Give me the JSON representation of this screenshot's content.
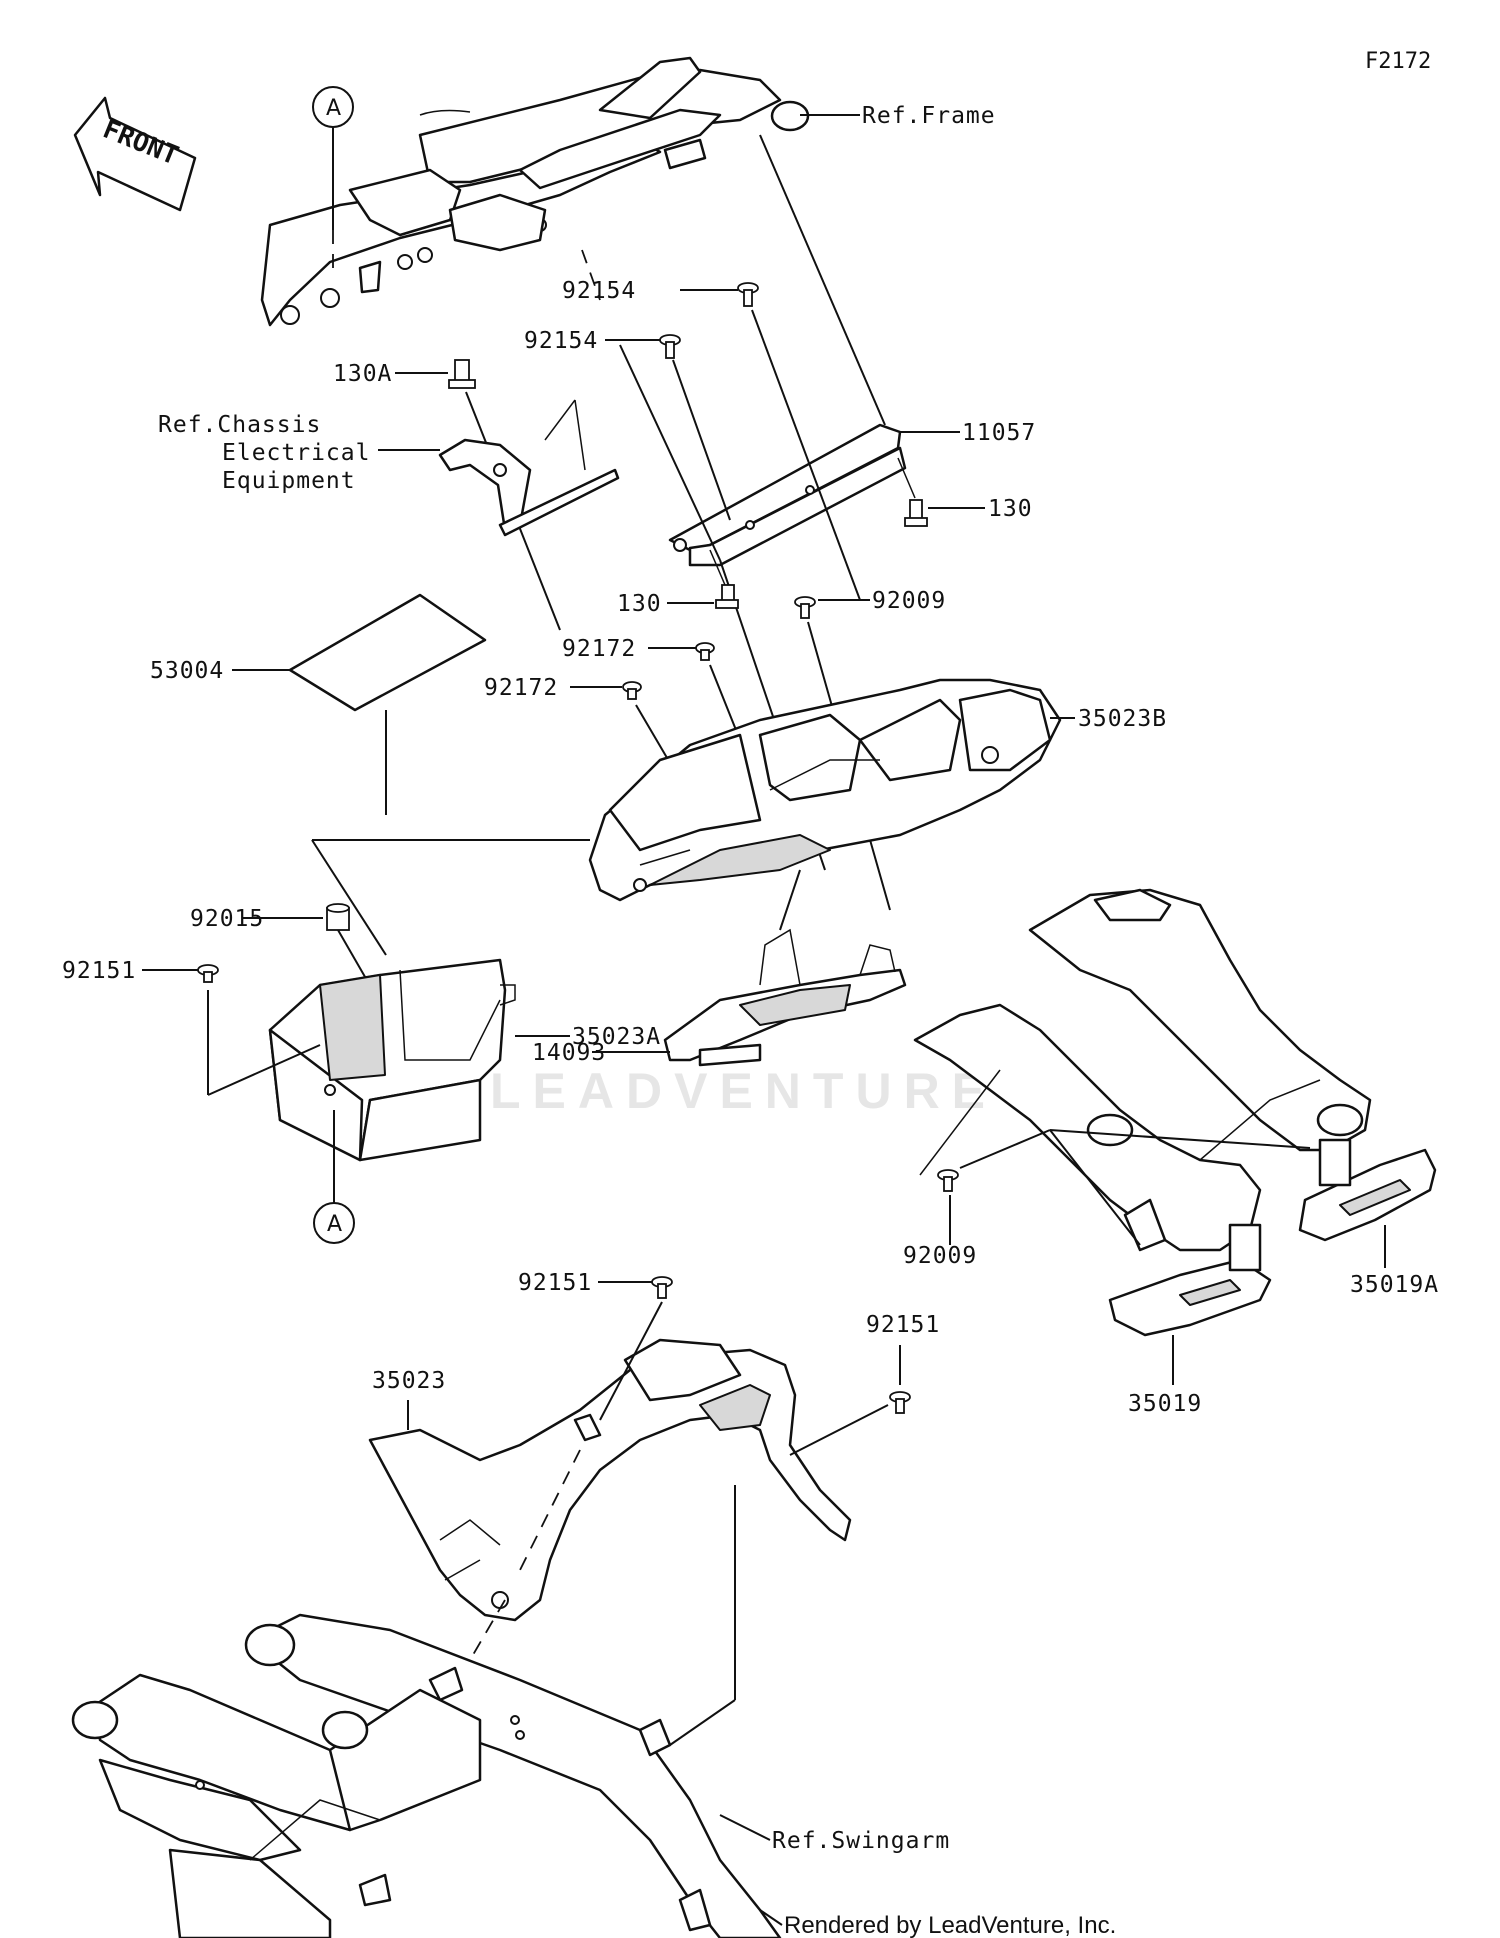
{
  "diagram_code": "F2172",
  "orientation_label": "FRONT",
  "connector_marker": "A",
  "references": {
    "frame": "Ref.Frame",
    "chassis_line1": "Ref.Chassis",
    "chassis_line2": "Electrical",
    "chassis_line3": "Equipment",
    "swingarm": "Ref.Swingarm"
  },
  "parts": {
    "p92154_a": "92154",
    "p92154_b": "92154",
    "p130A": "130A",
    "p11057": "11057",
    "p130_right": "130",
    "p130_left": "130",
    "p92009_upper": "92009",
    "p53004": "53004",
    "p92172_a": "92172",
    "p92172_b": "92172",
    "p35023B": "35023B",
    "p92015": "92015",
    "p92151_left": "92151",
    "p35023A": "35023A",
    "p14093": "14093",
    "p92009_lower": "92009",
    "p35019A": "35019A",
    "p35019": "35019",
    "p92151_center": "92151",
    "p92151_right": "92151",
    "p35023": "35023"
  },
  "watermark": "LEADVENTURE",
  "credit": "Rendered by LeadVenture, Inc."
}
